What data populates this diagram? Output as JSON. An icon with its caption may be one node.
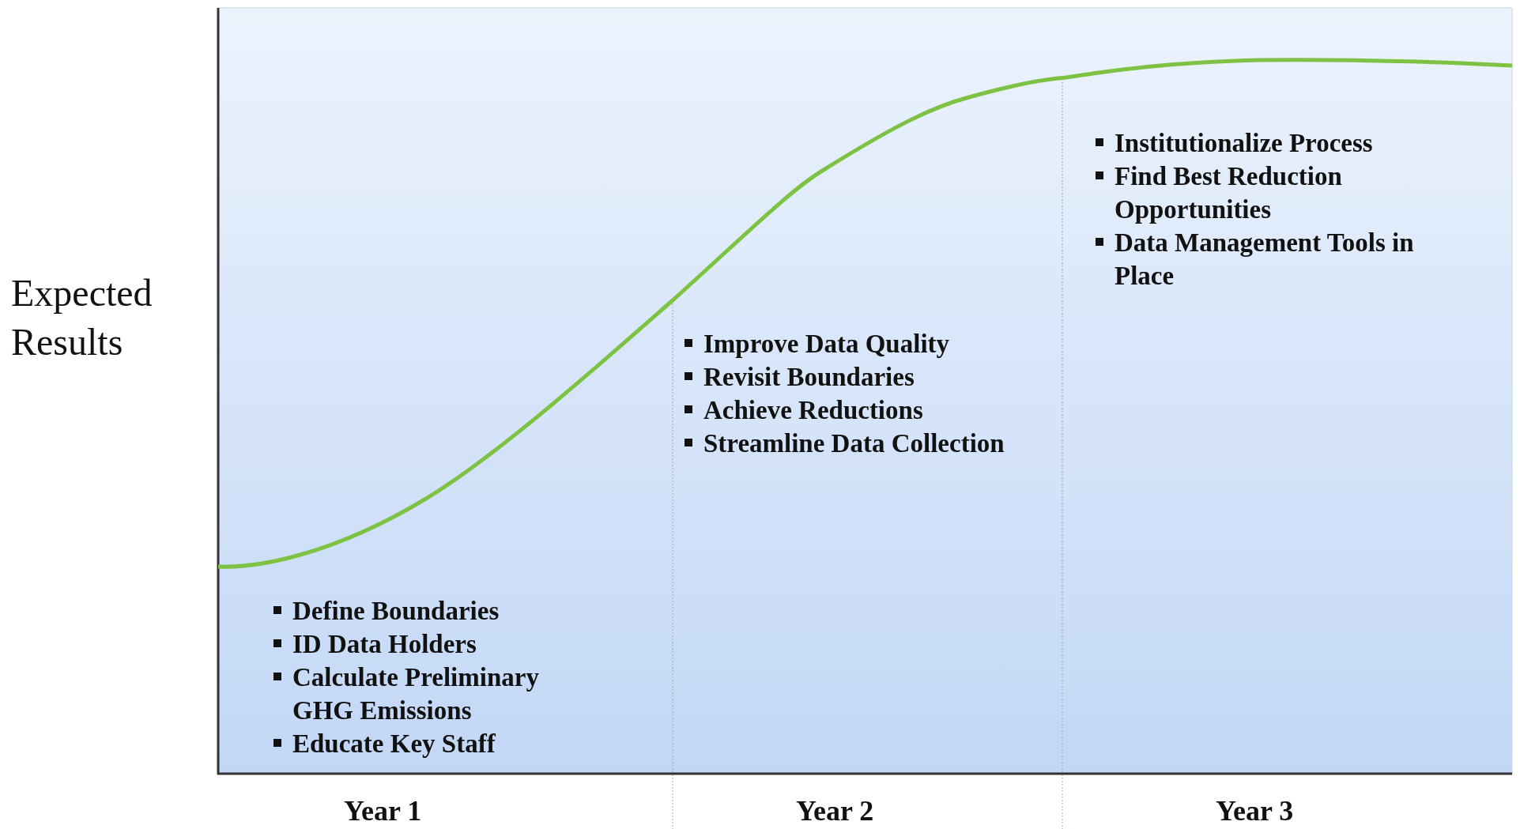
{
  "diagram": {
    "labels": [
      "Expected Results",
      "Institutionalize Process",
      "Find Best Reduction Opportunities",
      "Data Management Tools in Place",
      "Improve Data Quality",
      "Revisit Boundaries",
      "Achieve Reductions",
      "Streamline Data Collection",
      "Define Boundaries",
      "ID Data Holders",
      "Calculate Preliminary GHG Emissions",
      "Educate Key Staff",
      "Year 1",
      "Year 2",
      "Year 3"
    ]
  }
}
